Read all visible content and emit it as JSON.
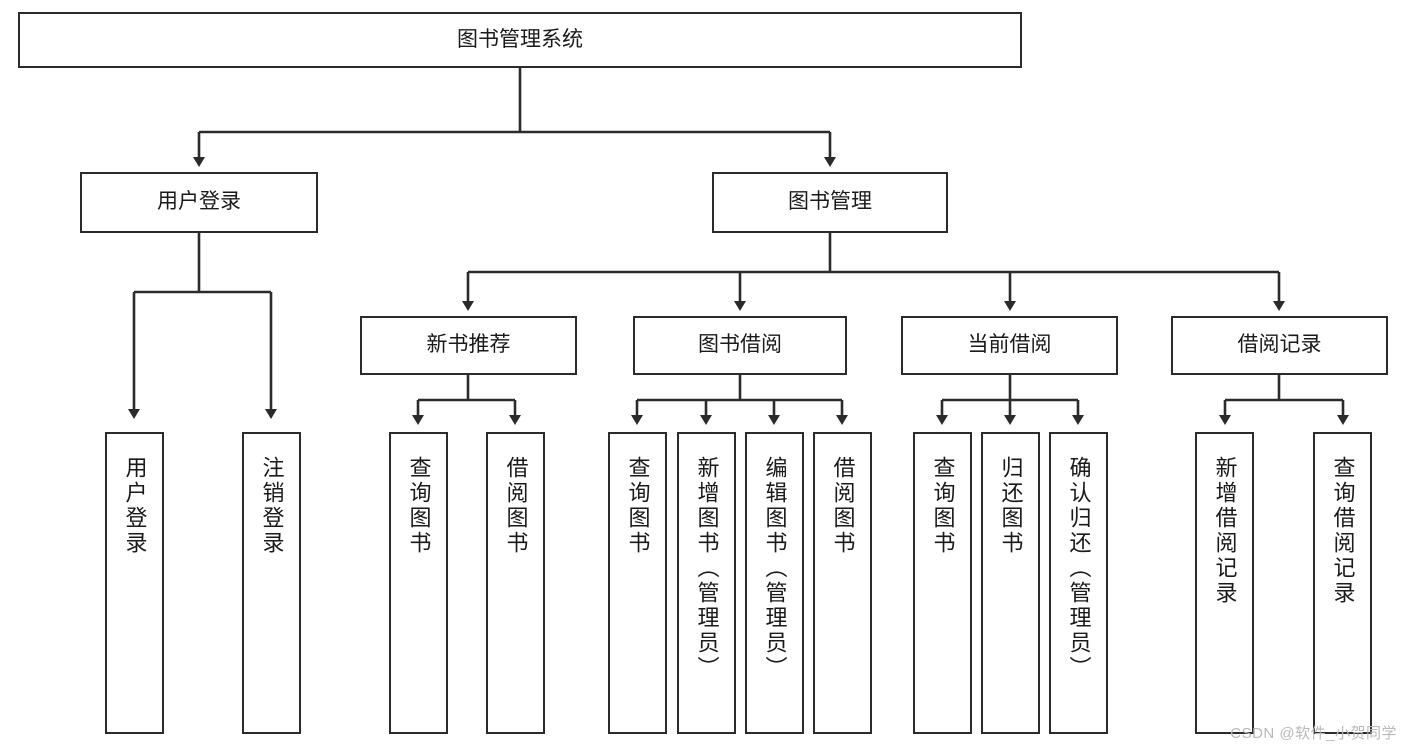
{
  "diagram": {
    "type": "tree-hierarchy-chart",
    "title": "图书管理系统",
    "watermark": "CSDN @软件_小贺同学",
    "colors": {
      "box_border": "#2b2b2b",
      "box_fill": "#ffffff",
      "connector": "#2b2b2b",
      "text": "#1a1a1a",
      "watermark": "#b9b9b9",
      "background": "#ffffff"
    },
    "root": {
      "label": "图书管理系统"
    },
    "level1": [
      {
        "label": "用户登录"
      },
      {
        "label": "图书管理"
      }
    ],
    "level2": [
      {
        "label": "新书推荐"
      },
      {
        "label": "图书借阅"
      },
      {
        "label": "当前借阅"
      },
      {
        "label": "借阅记录"
      }
    ],
    "leaves": {
      "user_login": [
        {
          "label": "用户登录"
        },
        {
          "label": "注销登录"
        }
      ],
      "new_book": [
        {
          "label": "查询图书"
        },
        {
          "label": "借阅图书"
        }
      ],
      "book_borrow": [
        {
          "label": "查询图书"
        },
        {
          "label": "新增图书（管理员）"
        },
        {
          "label": "编辑图书（管理员）"
        },
        {
          "label": "借阅图书"
        }
      ],
      "current_borrow": [
        {
          "label": "查询图书"
        },
        {
          "label": "归还图书"
        },
        {
          "label": "确认归还（管理员）"
        }
      ],
      "borrow_record": [
        {
          "label": "新增借阅记录"
        },
        {
          "label": "查询借阅记录"
        }
      ]
    }
  }
}
